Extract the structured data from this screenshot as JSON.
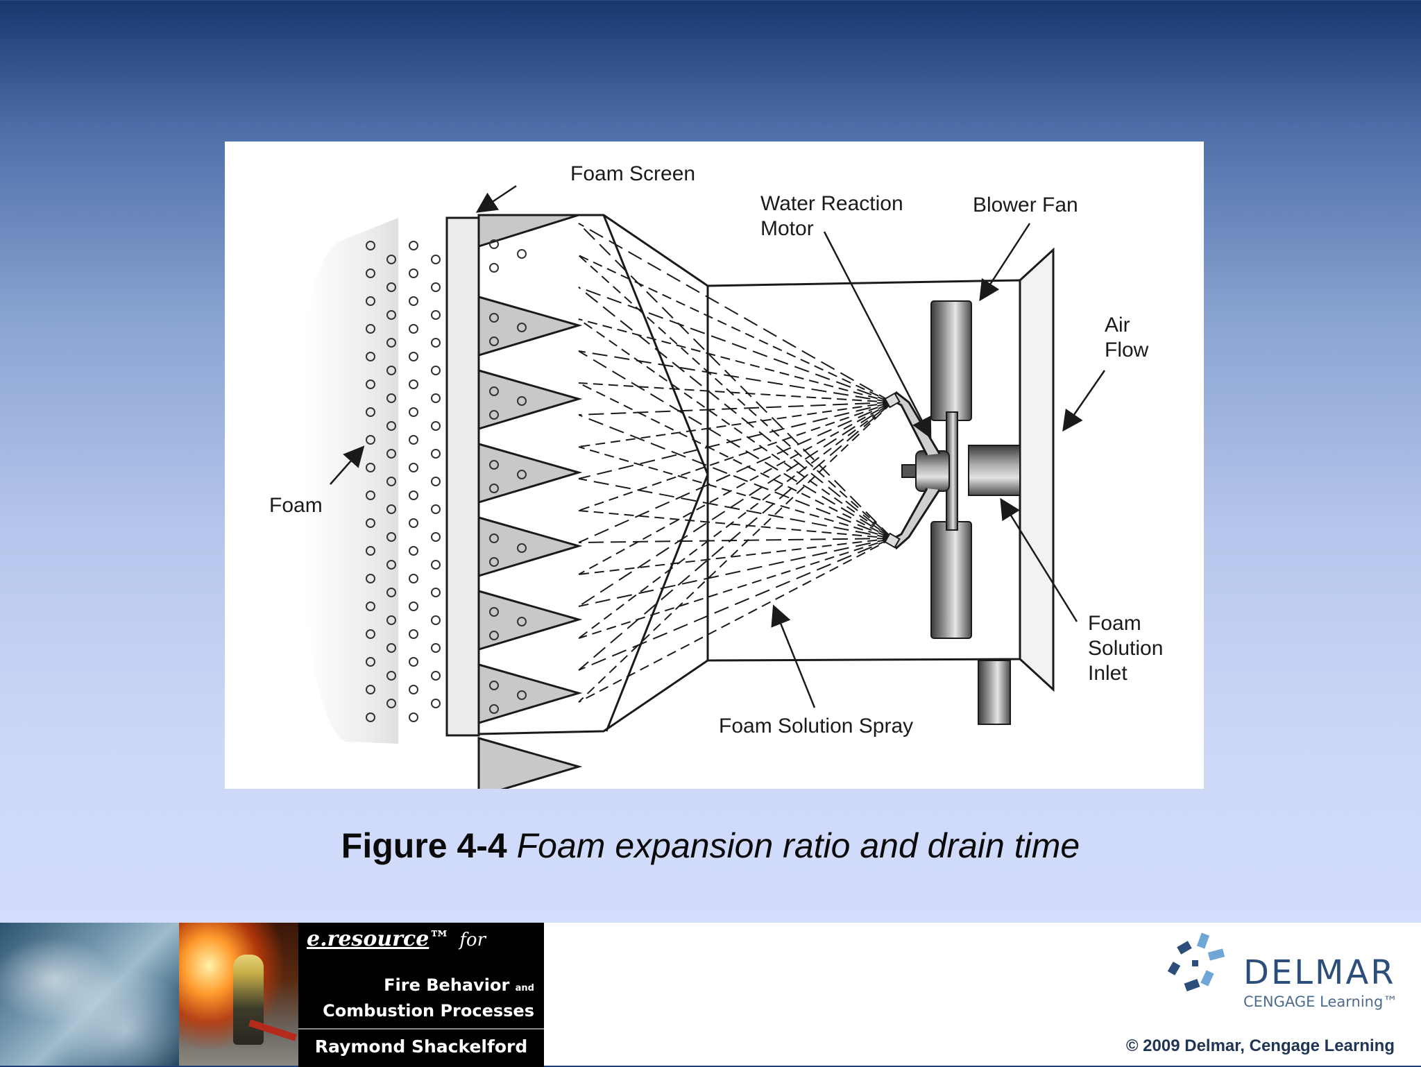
{
  "diagram": {
    "labels": {
      "foam_screen": "Foam Screen",
      "water_reaction_motor_line1": "Water Reaction",
      "water_reaction_motor_line2": "Motor",
      "blower_fan": "Blower Fan",
      "air_flow_line1": "Air",
      "air_flow_line2": "Flow",
      "foam": "Foam",
      "foam_solution_inlet_line1": "Foam",
      "foam_solution_inlet_line2": "Solution",
      "foam_solution_inlet_line3": "Inlet",
      "foam_solution_spray": "Foam Solution Spray"
    }
  },
  "caption": {
    "number": "Figure 4-4",
    "title": "Foam expansion ratio and drain time"
  },
  "footer": {
    "eresource": "e.resource",
    "eresource_tm": "™",
    "for": "for",
    "book_title_line1": "Fire Behavior",
    "book_title_and": "and",
    "book_title_line2": "Combustion Processes",
    "author": "Raymond Shackelford",
    "publisher": "DELMAR",
    "publisher_sub": "CENGAGE Learning",
    "publisher_tm": "™",
    "copyright": "© 2009 Delmar, Cengage Learning"
  },
  "colors": {
    "logo_blue": "#2b4f7a",
    "logo_light_blue": "#6fa6d6"
  }
}
